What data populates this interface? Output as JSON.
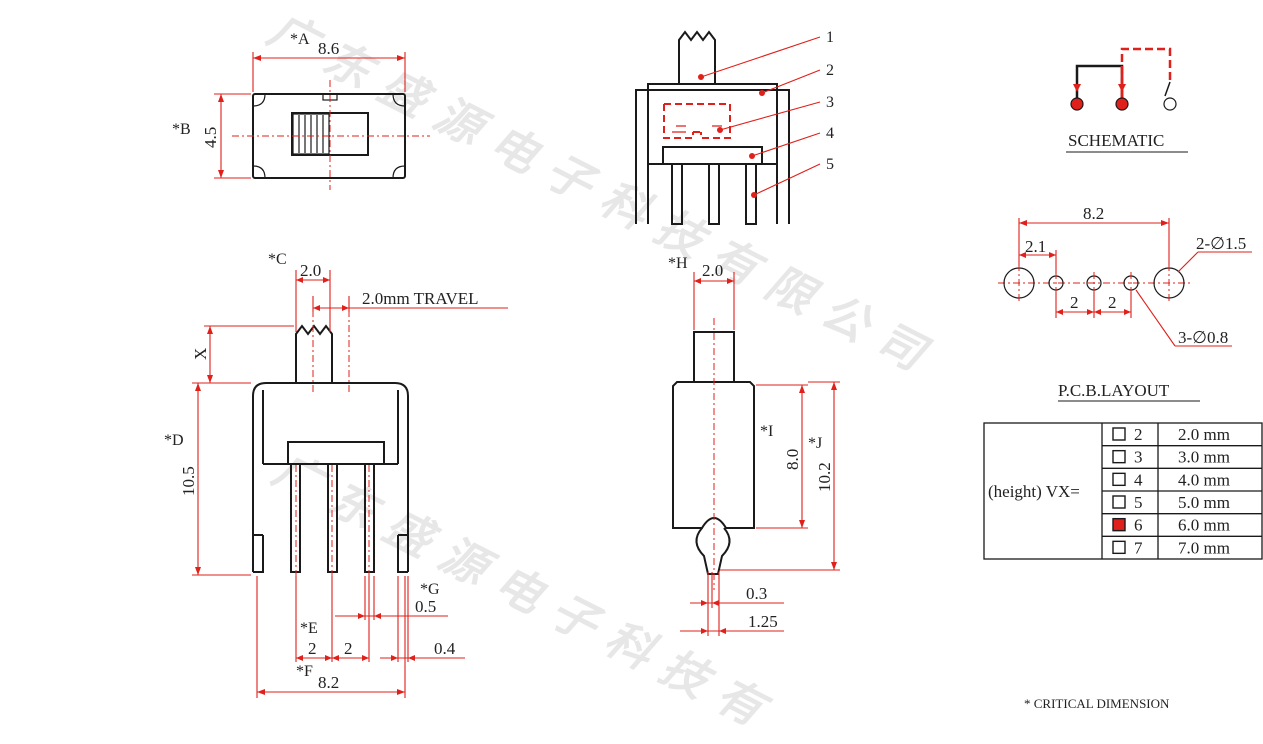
{
  "watermark": {
    "text_upper": "广 东 盛 源 电 子 科 技 有 限 公 司",
    "text_lower": "广 东 盛 源 电 子 科 技 有"
  },
  "top_view": {
    "label_a": "*A",
    "dim_a": "8.6",
    "label_b": "*B",
    "dim_b": "4.5"
  },
  "side_view": {
    "callouts": [
      "1",
      "2",
      "3",
      "4",
      "5"
    ]
  },
  "schematic": {
    "title": "SCHEMATIC"
  },
  "pcb_layout": {
    "dim_span": "8.2",
    "dim_offset": "2.1",
    "large_hole": "2-∅1.5",
    "pitch_1": "2",
    "pitch_2": "2",
    "small_hole": "3-∅0.8",
    "title": "P.C.B.LAYOUT"
  },
  "front_view": {
    "label_c": "*C",
    "dim_c": "2.0",
    "travel": "2.0mm TRAVEL",
    "label_x": "X",
    "label_d": "*D",
    "dim_d": "10.5",
    "label_g": "*G",
    "dim_g": "0.5",
    "label_e": "*E",
    "dim_e1": "2",
    "dim_e2": "2",
    "dim_pin": "0.4",
    "label_f": "*F",
    "dim_f": "8.2"
  },
  "right_view": {
    "label_h": "*H",
    "dim_h": "2.0",
    "label_i": "*I",
    "dim_i": "8.0",
    "label_j": "*J",
    "dim_j": "10.2",
    "dim_t1": "0.3",
    "dim_t2": "1.25"
  },
  "height_table": {
    "row_label": "(height) VX=",
    "selected_color": "#e0201a",
    "rows": [
      {
        "code": "2",
        "height": "2.0 mm",
        "selected": false
      },
      {
        "code": "3",
        "height": "3.0 mm",
        "selected": false
      },
      {
        "code": "4",
        "height": "4.0 mm",
        "selected": false
      },
      {
        "code": "5",
        "height": "5.0 mm",
        "selected": false
      },
      {
        "code": "6",
        "height": "6.0 mm",
        "selected": true
      },
      {
        "code": "7",
        "height": "7.0 mm",
        "selected": false
      }
    ]
  },
  "footer": {
    "note": "* CRITICAL  DIMENSION"
  }
}
